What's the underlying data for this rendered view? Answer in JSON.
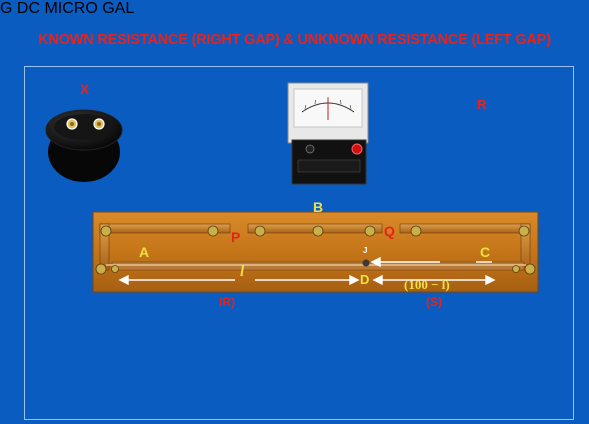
{
  "title": "KNOWN RESISTANCE (RIGHT GAP) & UNKNOWN RESISTANCE (LEFT GAP)",
  "labels": {
    "x": "X",
    "r": "R",
    "b": "B",
    "p": "P",
    "q": "Q",
    "a": "A",
    "c": "C",
    "j": "J",
    "d": "D",
    "l": "l",
    "hundred_minus_l": "(100 − l)",
    "ir": "IR)",
    "s": "(S)"
  },
  "galvanometer": {
    "letter": "G",
    "scale_text": "DC MICRO GAL"
  },
  "colors": {
    "background": "#0b5cc0",
    "title": "#e8221a",
    "wire": "#e6e650",
    "board": "#c8791f",
    "letters_red": "#e8221a",
    "letters_yellow": "#f0e040"
  }
}
